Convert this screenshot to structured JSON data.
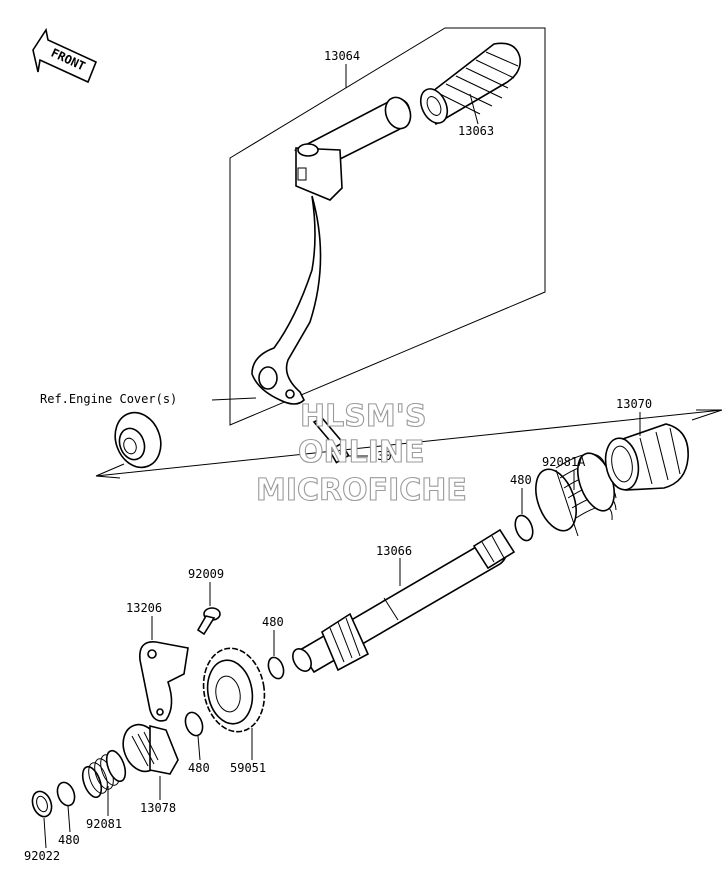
{
  "front_arrow": {
    "label": "FRONT"
  },
  "reference": {
    "engine_cover": "Ref.Engine Cover(s)"
  },
  "watermark": {
    "line1": "HLSM'S",
    "line2": "ONLINE",
    "line3": "MICROFICHE"
  },
  "callouts": {
    "p13064": "13064",
    "p13063": "13063",
    "p130": "130",
    "p13070": "13070",
    "p92081A": "92081A",
    "p480_upper": "480",
    "p13066": "13066",
    "p92009": "92009",
    "p13206": "13206",
    "p480_mid": "480",
    "p480_gear": "480",
    "p59051": "59051",
    "p13078": "13078",
    "p92081": "92081",
    "p480_low": "480",
    "p92022": "92022"
  }
}
